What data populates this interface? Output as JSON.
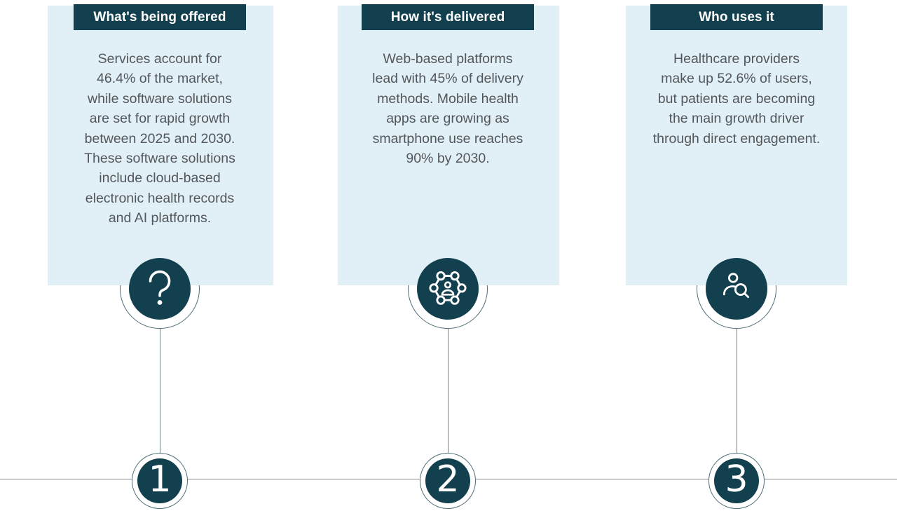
{
  "steps": [
    {
      "number": "1",
      "header": "What's being offered",
      "icon": "question-mark-icon",
      "lines": [
        "Services account for",
        "46.4% of the market,",
        "while software solutions",
        "are set for rapid growth",
        "between 2025 and 2030.",
        "These software solutions",
        "include cloud-based",
        "electronic health records",
        "and AI platforms."
      ]
    },
    {
      "number": "2",
      "header": "How it's delivered",
      "icon": "network-people-icon",
      "lines": [
        "Web-based platforms",
        "lead with 45% of delivery",
        "methods. Mobile health",
        "apps are growing as",
        "smartphone use reaches",
        "90% by 2030."
      ]
    },
    {
      "number": "3",
      "header": "Who uses it",
      "icon": "person-search-icon",
      "lines": [
        "Healthcare providers",
        "make up 52.6% of users,",
        "but patients are becoming",
        "the main growth driver",
        "through direct engagement."
      ]
    }
  ],
  "colors": {
    "badge_bg": "#13404F",
    "card_bg": "#E1F0F7",
    "body_text": "#53575A",
    "icon_stroke": "#FFFFFF",
    "connector_line": "#74838A",
    "timeline_line": "#858B8D",
    "ring_border": "#4F6D78"
  }
}
